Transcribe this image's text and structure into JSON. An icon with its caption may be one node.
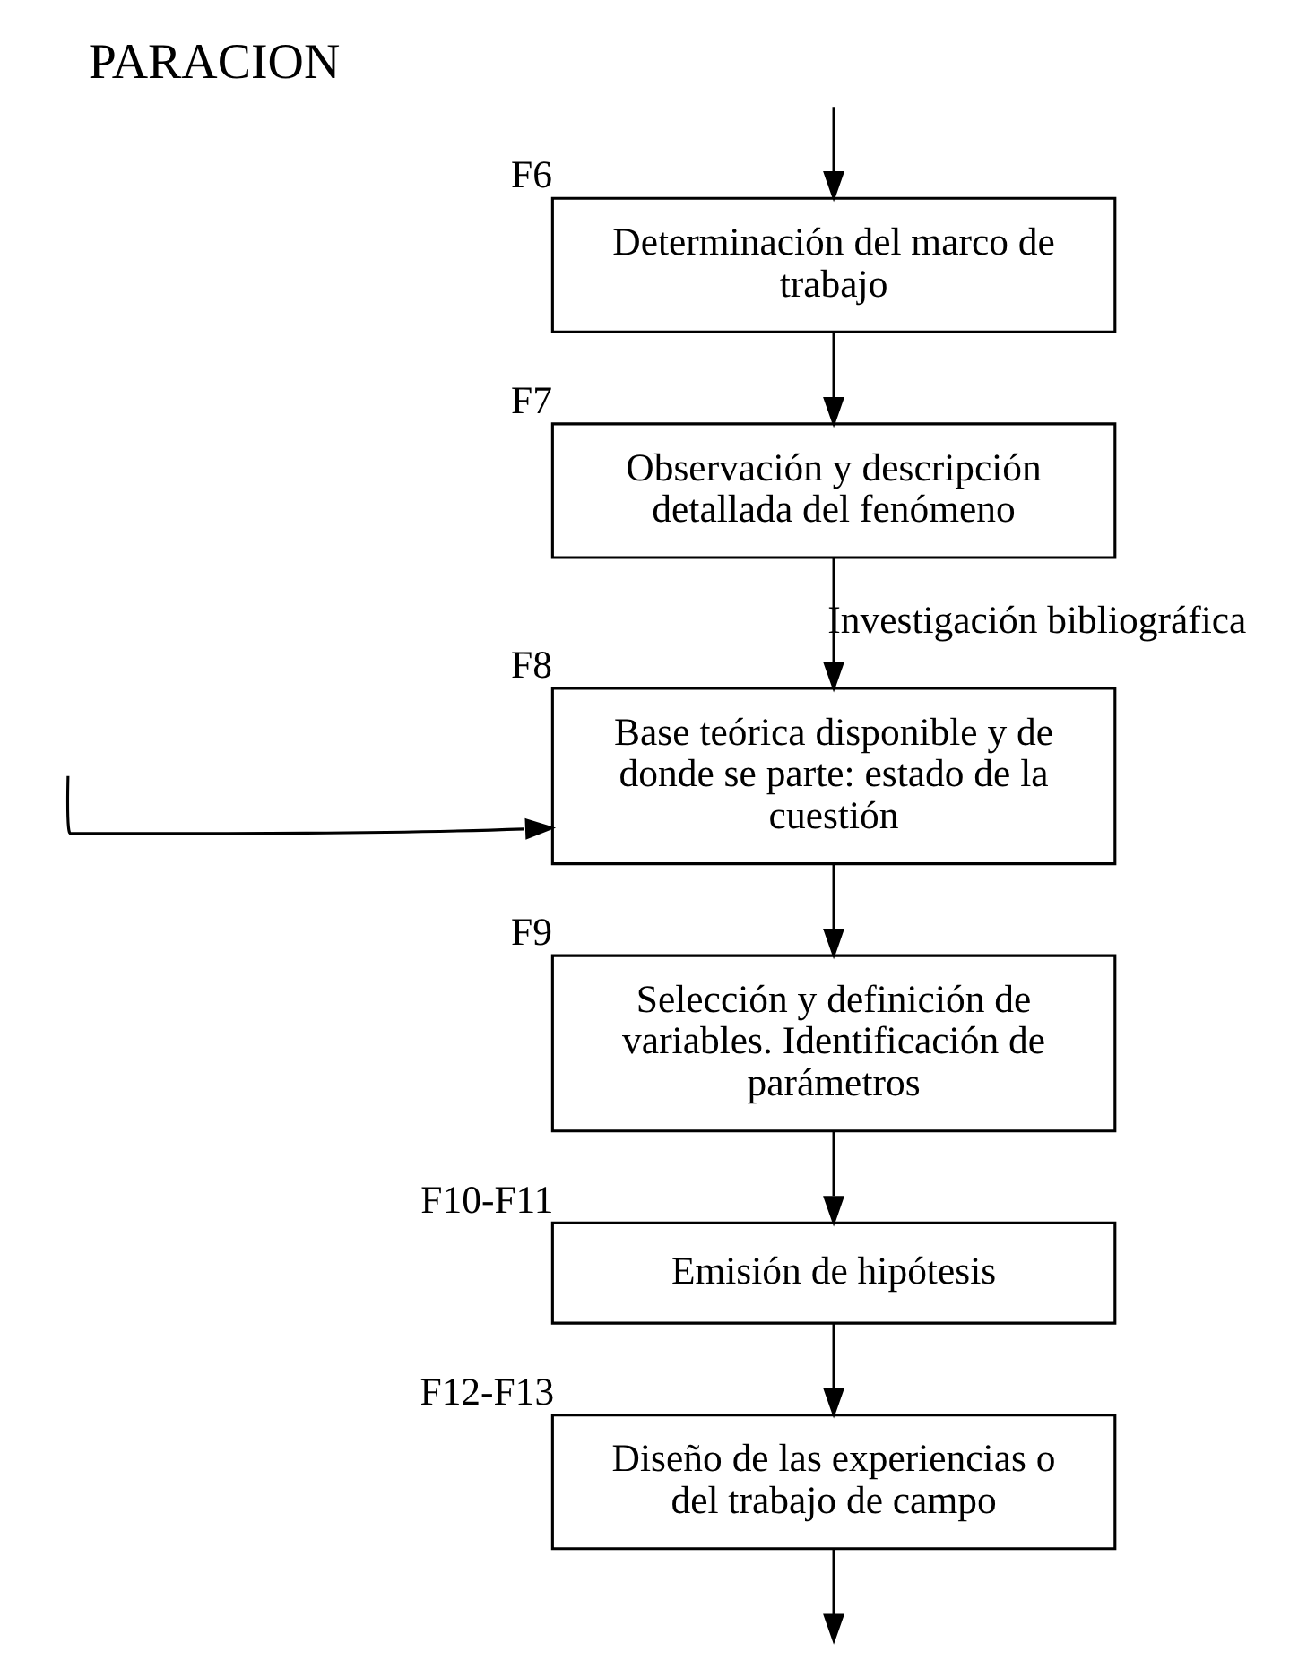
{
  "diagram": {
    "title": "PARACION",
    "nodes": [
      {
        "text": [
          "Determinación del marco de trabajo"
        ],
        "beside": [
          "F6"
        ]
      },
      {
        "text": [
          "Observación y descripción detallada del fenómeno"
        ],
        "beside": [
          "F7"
        ]
      },
      {
        "text": [
          "Base teórica disponible y de donde se parte: estado de la cuestión"
        ],
        "beside": [
          "F8"
        ]
      },
      {
        "text": [
          "Selección y definición de variables. Identificación de parámetros"
        ],
        "beside": [
          "F9"
        ]
      },
      {
        "text": [
          "Emisión de hipótesis"
        ],
        "beside": [
          "F10-F11"
        ]
      },
      {
        "text": [
          "Diseño de las experiencias o del trabajo de campo"
        ],
        "beside": [
          "F12-F13"
        ]
      }
    ],
    "edges": [
      {
        "from": null,
        "to": 0,
        "arrow": "to"
      },
      {
        "from": 0,
        "to": 1,
        "arrow": "to"
      },
      {
        "from": 1,
        "to": 2,
        "arrow": "to",
        "label": "Investigación bibliográfica"
      },
      {
        "from": null,
        "to": 2,
        "arrow": "to"
      },
      {
        "from": 2,
        "to": 3,
        "arrow": "to"
      },
      {
        "from": 3,
        "to": 4,
        "arrow": "to"
      },
      {
        "from": 4,
        "to": 5,
        "arrow": "to"
      },
      {
        "from": 5,
        "to": null,
        "arrow": "to"
      }
    ]
  }
}
